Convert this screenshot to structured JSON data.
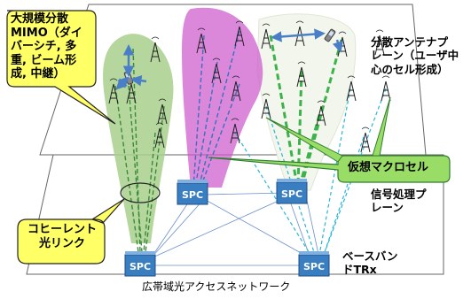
{
  "callouts": {
    "massive_mimo": {
      "lines": [
        "大規模分散",
        "MIMO（ダイ",
        "バーシチ, 多",
        "重, ビーム形",
        "成, 中継）"
      ],
      "fill": "#ffff66",
      "stroke": "#222222"
    },
    "coherent_link": {
      "lines": [
        "コヒーレント",
        "光リンク"
      ],
      "fill": "#ffff66",
      "stroke": "#222222"
    },
    "virtual_macro_cell": {
      "text": "仮想マクロセル",
      "fill": "#99dd66",
      "stroke": "#2e7d32"
    }
  },
  "planes": {
    "antenna_plane": {
      "lines": [
        "分散アンテナプ",
        "レーン（ユーザ中",
        "心のセル形成）"
      ]
    },
    "signal_plane": {
      "lines": [
        "信号処理プ",
        "レーン"
      ]
    }
  },
  "baseband": {
    "lines": [
      "ベースバン",
      "ドTRx"
    ]
  },
  "network_label": "広帯域光アクセスネットワーク",
  "spc_label": "SPC",
  "colors": {
    "green_cell": "#a8d08d",
    "magenta_cell": "#cc55cc",
    "white_cell": "#f2f6ec",
    "spc_blue": "#3a7ec2",
    "green_dash": "#3cb34a",
    "blue_dash": "#3a6fc0",
    "cyan_dash": "#29b6d8",
    "arrow_blue": "#4a7fc8"
  }
}
